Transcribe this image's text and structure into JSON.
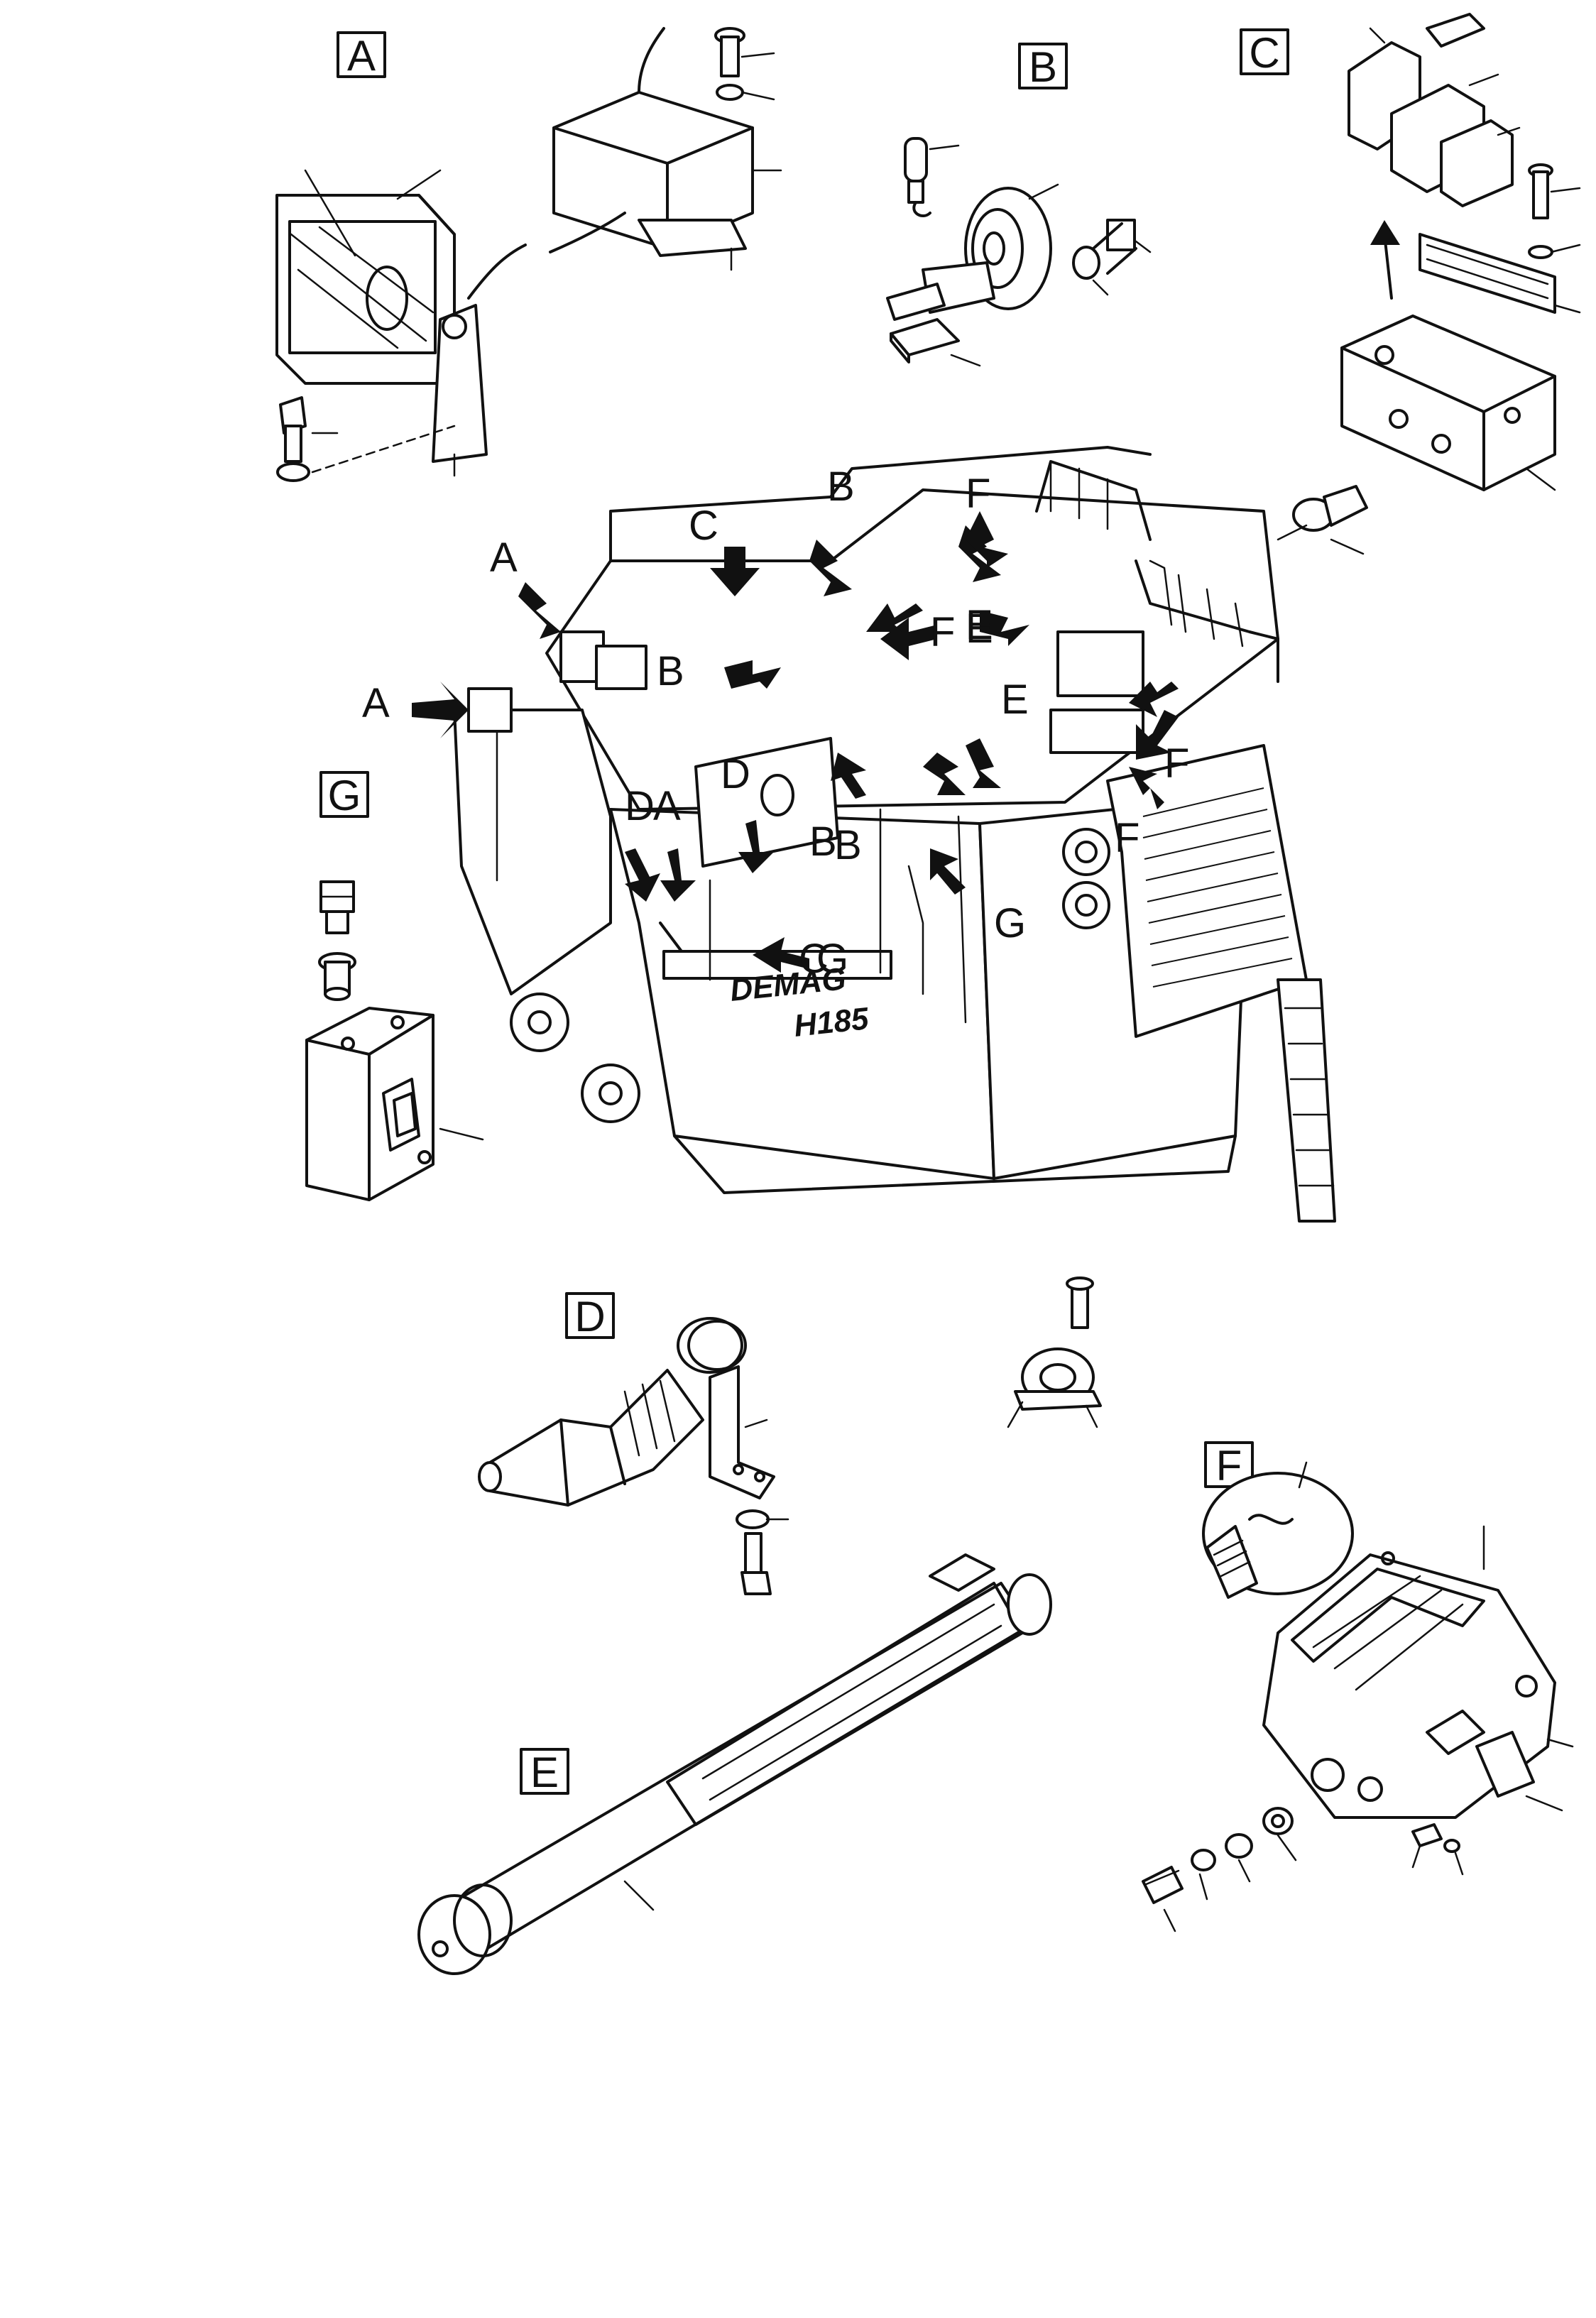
{
  "section_labels": {
    "A": "A",
    "B": "B",
    "C": "C",
    "D": "D",
    "E": "E",
    "F": "F",
    "G": "G"
  },
  "machine": {
    "brand": "DEMAG",
    "model": "H185"
  },
  "callouts": [
    "A",
    "A",
    "A",
    "B",
    "B",
    "B",
    "B",
    "C",
    "C",
    "D",
    "D",
    "E",
    "E",
    "E",
    "F",
    "F",
    "F",
    "F",
    "G",
    "G"
  ]
}
